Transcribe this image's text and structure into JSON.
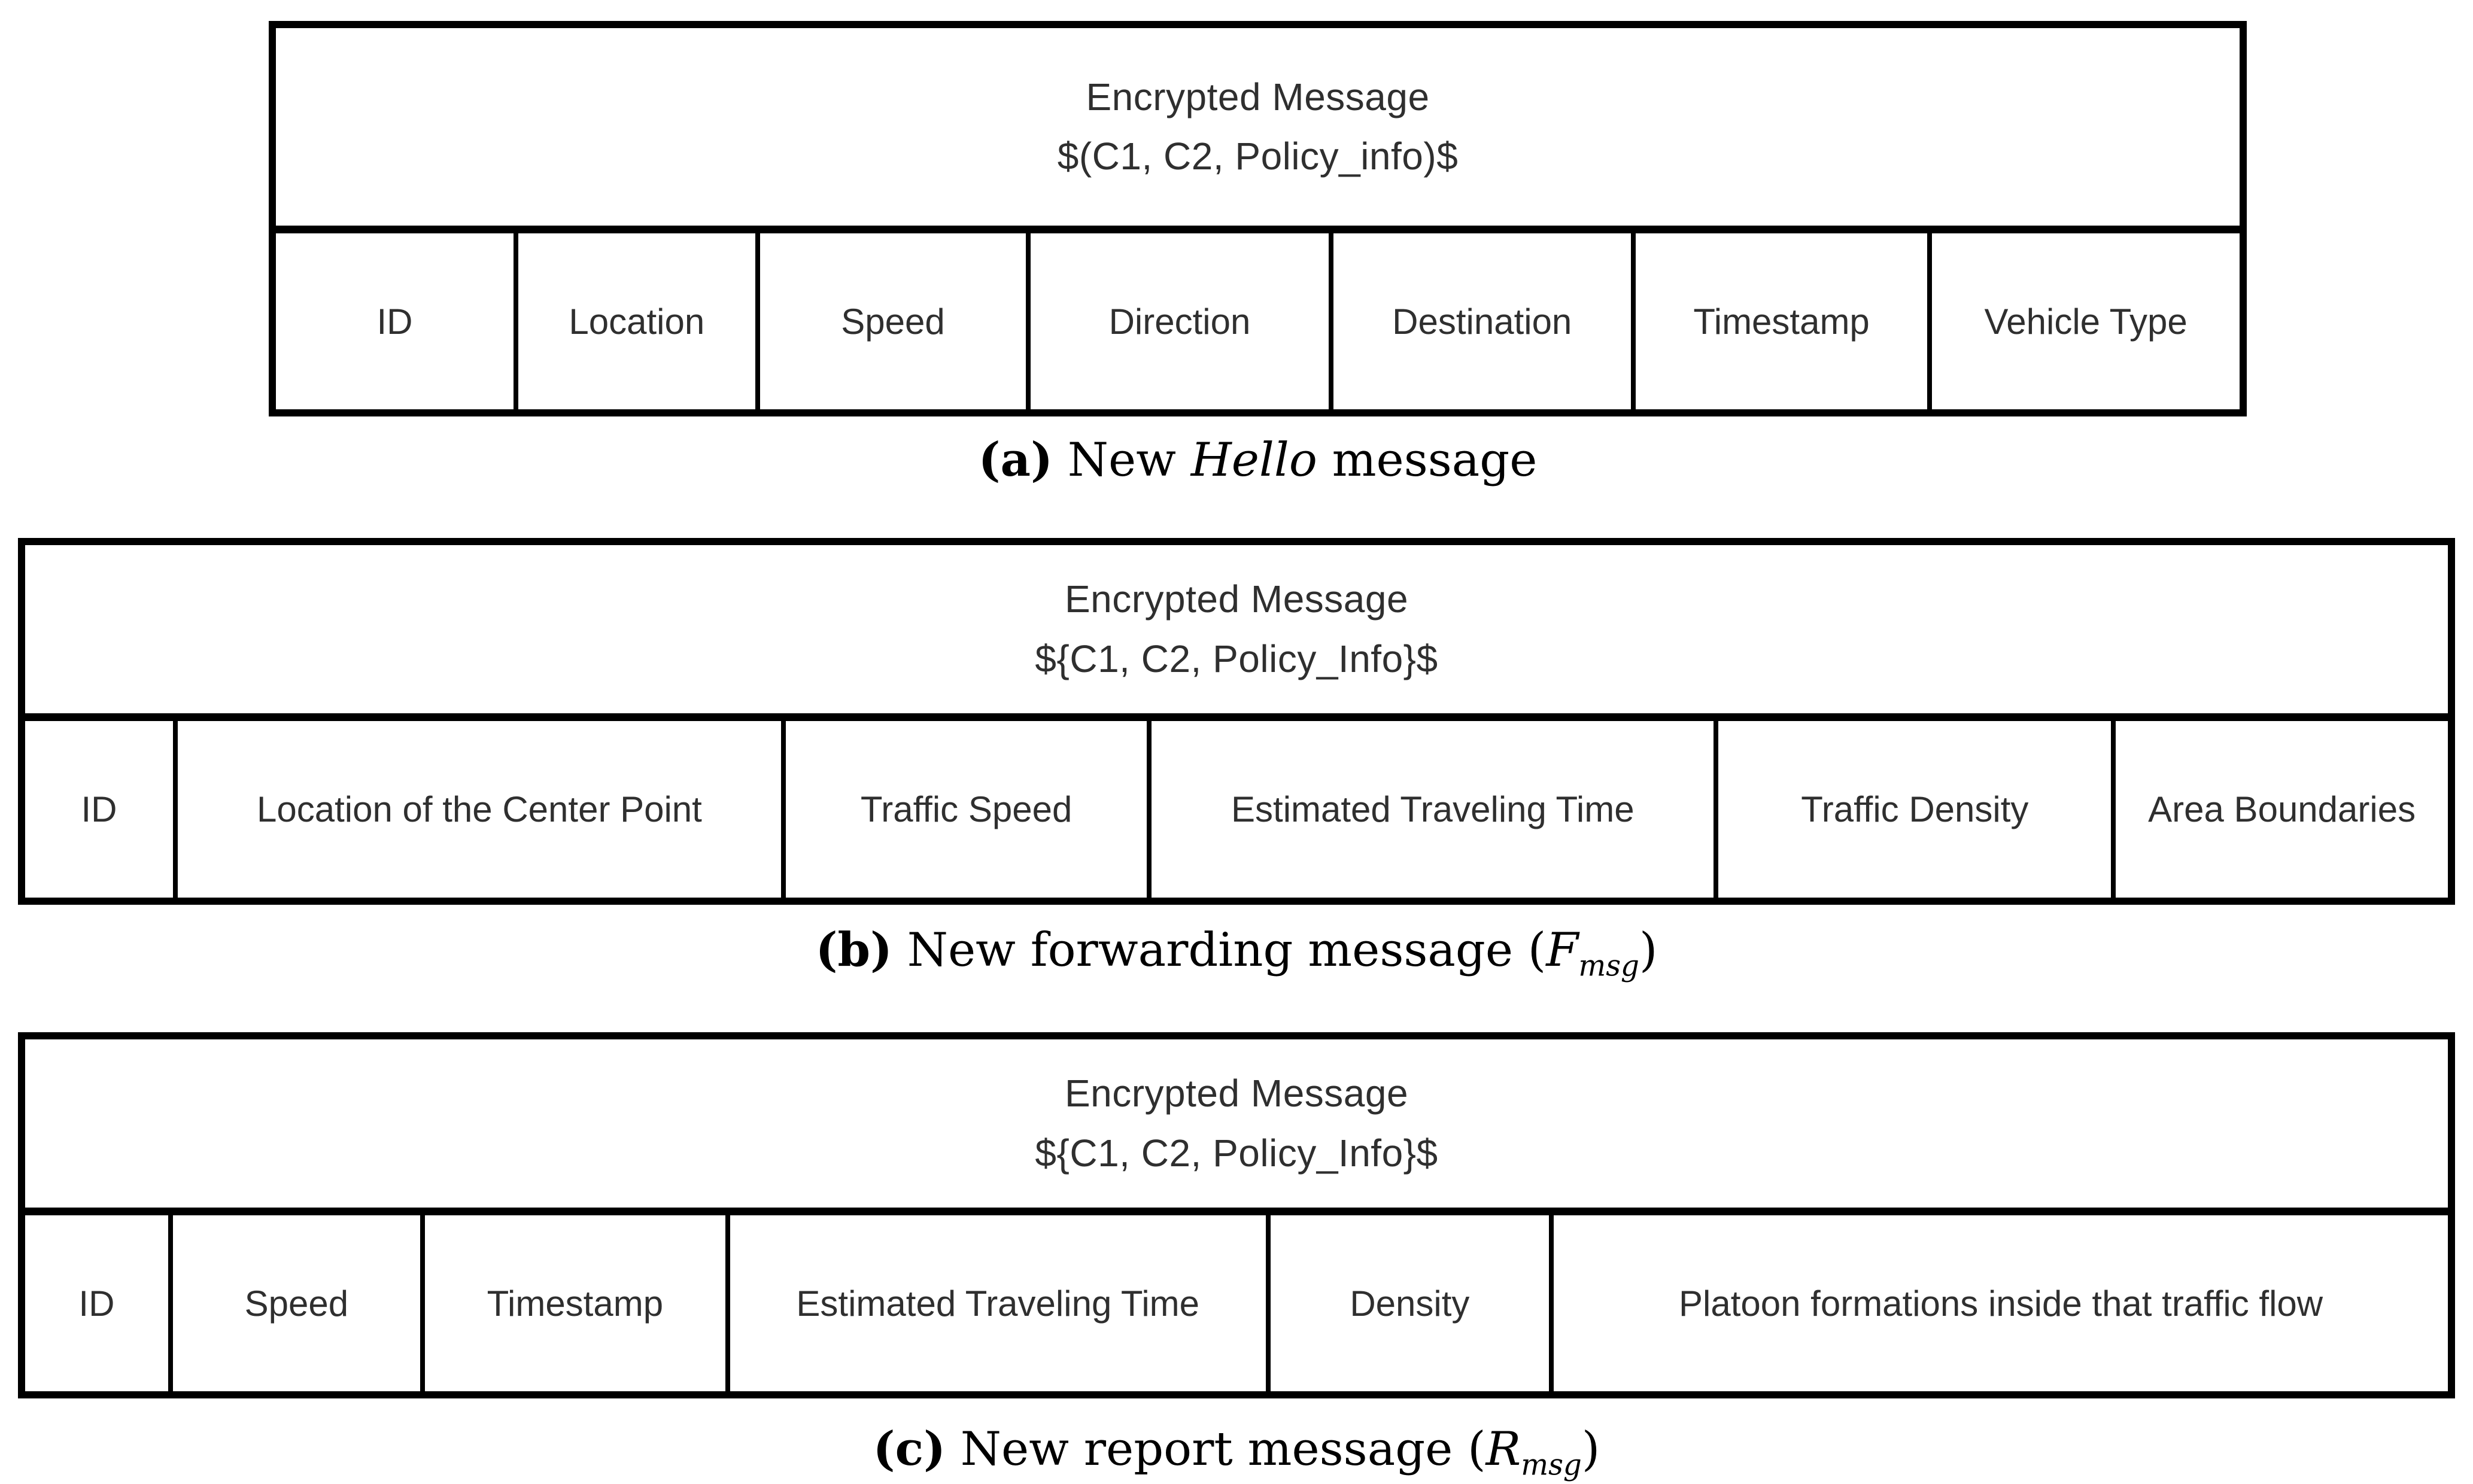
{
  "panels": [
    {
      "id": "a",
      "header_line1": "Encrypted Message",
      "header_line2": "$(C1, C2, Policy_info)$",
      "cells": [
        "ID",
        "Location",
        "Speed",
        "Direction",
        "Destination",
        "Timestamp",
        "Vehicle Type"
      ],
      "caption": {
        "label": "(a)",
        "before": " New ",
        "italic": "Hello",
        "after": " message"
      }
    },
    {
      "id": "b",
      "header_line1": "Encrypted Message",
      "header_line2": "${C1, C2, Policy_Info}$",
      "cells": [
        "ID",
        "Location of the Center Point",
        "Traffic Speed",
        "Estimated Traveling Time",
        "Traffic Density",
        "Area Boundaries"
      ],
      "caption": {
        "label": "(b)",
        "before": " New forwarding message (",
        "var": "F",
        "sub": "msg",
        "after": ")"
      }
    },
    {
      "id": "c",
      "header_line1": "Encrypted Message",
      "header_line2": "${C1, C2, Policy_Info}$",
      "cells": [
        "ID",
        "Speed",
        "Timestamp",
        "Estimated Traveling Time",
        "Density",
        "Platoon formations inside that traffic flow"
      ],
      "caption": {
        "label": "(c)",
        "before": " New report message (",
        "var": "R",
        "sub": "msg",
        "after": ")"
      }
    }
  ]
}
